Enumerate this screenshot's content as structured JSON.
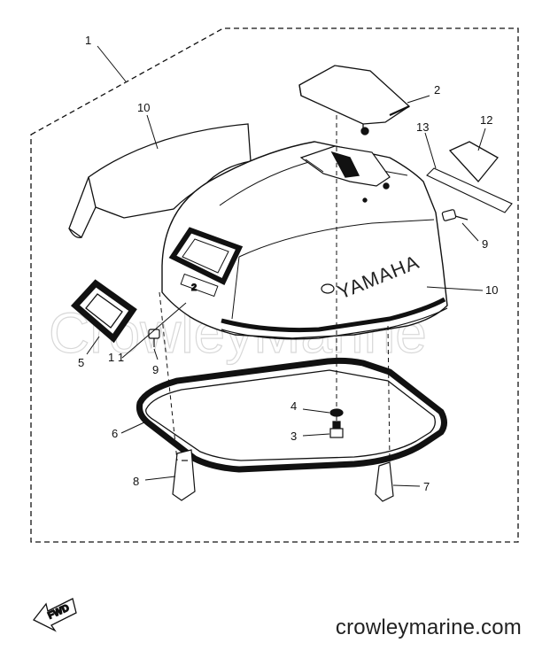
{
  "watermark": "CrowleyMarine",
  "brand_text": "YAMAHA",
  "badge_text": "2",
  "forward_label": "FWD",
  "footer_site": "crowleymarine.com",
  "callouts": [
    {
      "id": "1",
      "text": "1"
    },
    {
      "id": "2",
      "text": "2"
    },
    {
      "id": "10a",
      "text": "10"
    },
    {
      "id": "13",
      "text": "13"
    },
    {
      "id": "12",
      "text": "12"
    },
    {
      "id": "9a",
      "text": "9"
    },
    {
      "id": "10b",
      "text": "10"
    },
    {
      "id": "5",
      "text": "5"
    },
    {
      "id": "11",
      "text": "1 1"
    },
    {
      "id": "9b",
      "text": "9"
    },
    {
      "id": "4",
      "text": "4"
    },
    {
      "id": "3",
      "text": "3"
    },
    {
      "id": "6",
      "text": "6"
    },
    {
      "id": "8",
      "text": "8"
    },
    {
      "id": "7",
      "text": "7"
    }
  ]
}
